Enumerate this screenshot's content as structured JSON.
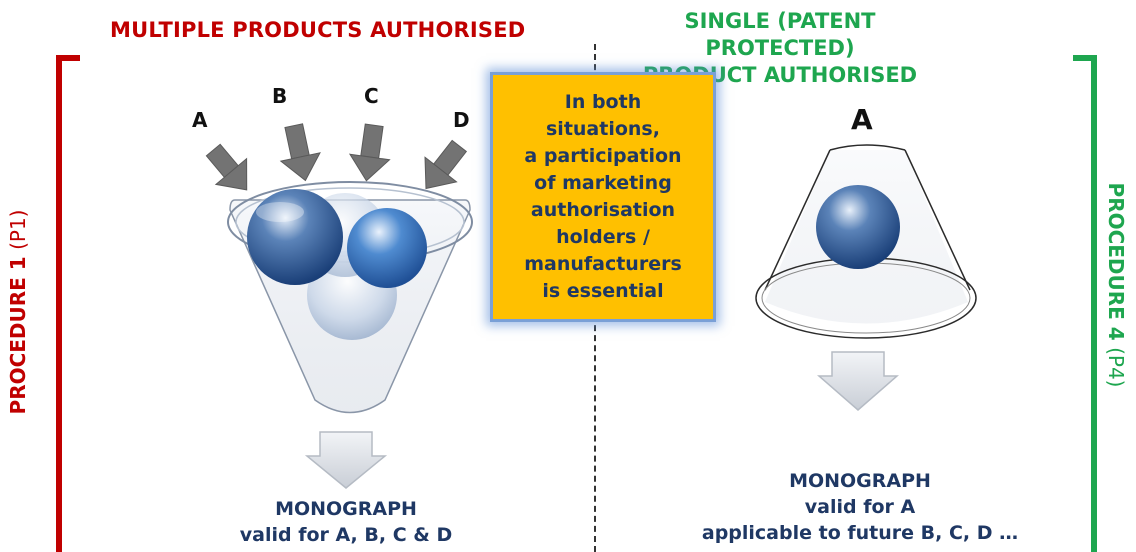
{
  "left_panel": {
    "heading": "MULTIPLE PRODUCTS AUTHORISED",
    "procedure_label_bold": "PROCEDURE 1",
    "procedure_label_code": "(P1)",
    "letters": [
      "A",
      "B",
      "C",
      "D"
    ],
    "result_line1": "MONOGRAPH",
    "result_line2": "valid for A, B, C & D",
    "color": "#c00000"
  },
  "right_panel": {
    "heading_line1": "SINGLE (PATENT PROTECTED)",
    "heading_line2": "PRODUCT AUTHORISED",
    "procedure_label_bold": "PROCEDURE 4",
    "procedure_label_code": "(P4)",
    "letter": "A",
    "result_line1": "MONOGRAPH",
    "result_line2": "valid for A",
    "result_line3": "applicable to future B, C, D …",
    "color": "#1ea64f"
  },
  "callout": {
    "lines": [
      "In both",
      "situations,",
      "a participation",
      "of marketing",
      "authorisation",
      "holders /",
      "manufacturers",
      "is essential"
    ],
    "background": "#ffc000",
    "text_color": "#1f3864"
  },
  "icons": {
    "funnel": "funnel-icon",
    "cone": "cone-icon",
    "arrow": "down-arrow-icon",
    "sphere": "sphere-icon"
  }
}
